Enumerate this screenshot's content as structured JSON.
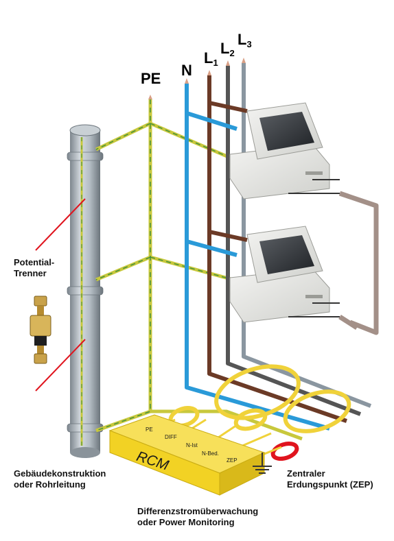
{
  "conductors": {
    "pe": "PE",
    "n": "N",
    "l1": "L",
    "l1_sub": "1",
    "l2": "L",
    "l2_sub": "2",
    "l3": "L",
    "l3_sub": "3"
  },
  "labels": {
    "potential_trenner_1": "Potential-",
    "potential_trenner_2": "Trenner",
    "gebaeude_1": "Gebäudekonstruktion",
    "gebaeude_2": "oder Rohrleitung",
    "zep_1": "Zentraler",
    "zep_2": "Erdungspunkt (ZEP)",
    "diff_1": "Differenzstromüberwachung",
    "diff_2": "oder Power Monitoring"
  },
  "rcm": {
    "title": "RCM",
    "terminals": [
      "PE",
      "DIFF",
      "N-Ist",
      "N-Bed.",
      "ZEP"
    ]
  },
  "colors": {
    "pe": "#c8c83c",
    "pe_stripe": "#3c8c3c",
    "n": "#2a9ad8",
    "l1": "#6b3a26",
    "l2": "#555555",
    "l3": "#8a96a0",
    "rcm_box": "#f2d224",
    "pointer": "#e0141e",
    "zep_ring": "#e0141e",
    "pipe": "#a9b3bb"
  }
}
